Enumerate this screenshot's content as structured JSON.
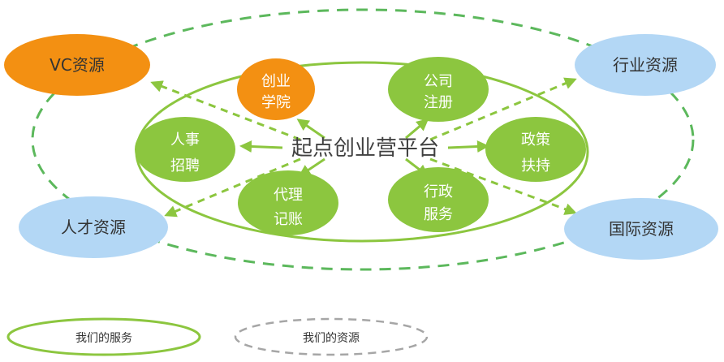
{
  "center": {
    "label": "起点创业营平台"
  },
  "services": [
    {
      "id": "academy",
      "line1": "创业",
      "line2": "学院",
      "color": "#f39012"
    },
    {
      "id": "company",
      "line1": "公司",
      "line2": "注册",
      "color": "#8cc63f"
    },
    {
      "id": "hr",
      "line1": "人事",
      "line2": "招聘",
      "color": "#8cc63f"
    },
    {
      "id": "policy",
      "line1": "政策",
      "line2": "扶持",
      "color": "#8cc63f"
    },
    {
      "id": "accounting",
      "line1": "代理",
      "line2": "记账",
      "color": "#8cc63f"
    },
    {
      "id": "admin",
      "line1": "行政",
      "line2": "服务",
      "color": "#8cc63f"
    }
  ],
  "resources": [
    {
      "id": "vc",
      "label": "VC资源",
      "color": "#f39012"
    },
    {
      "id": "industry",
      "label": "行业资源",
      "color": "#b3d7f5"
    },
    {
      "id": "talent",
      "label": "人才资源",
      "color": "#b3d7f5"
    },
    {
      "id": "international",
      "label": "国际资源",
      "color": "#b3d7f5"
    }
  ],
  "legend": {
    "services": "我们的服务",
    "resources": "我们的资源"
  },
  "colors": {
    "green": "#8cc63f",
    "green_dark": "#7ab32e",
    "dashed": "#5cb85c",
    "legend_dashed": "#a6a6a6"
  }
}
